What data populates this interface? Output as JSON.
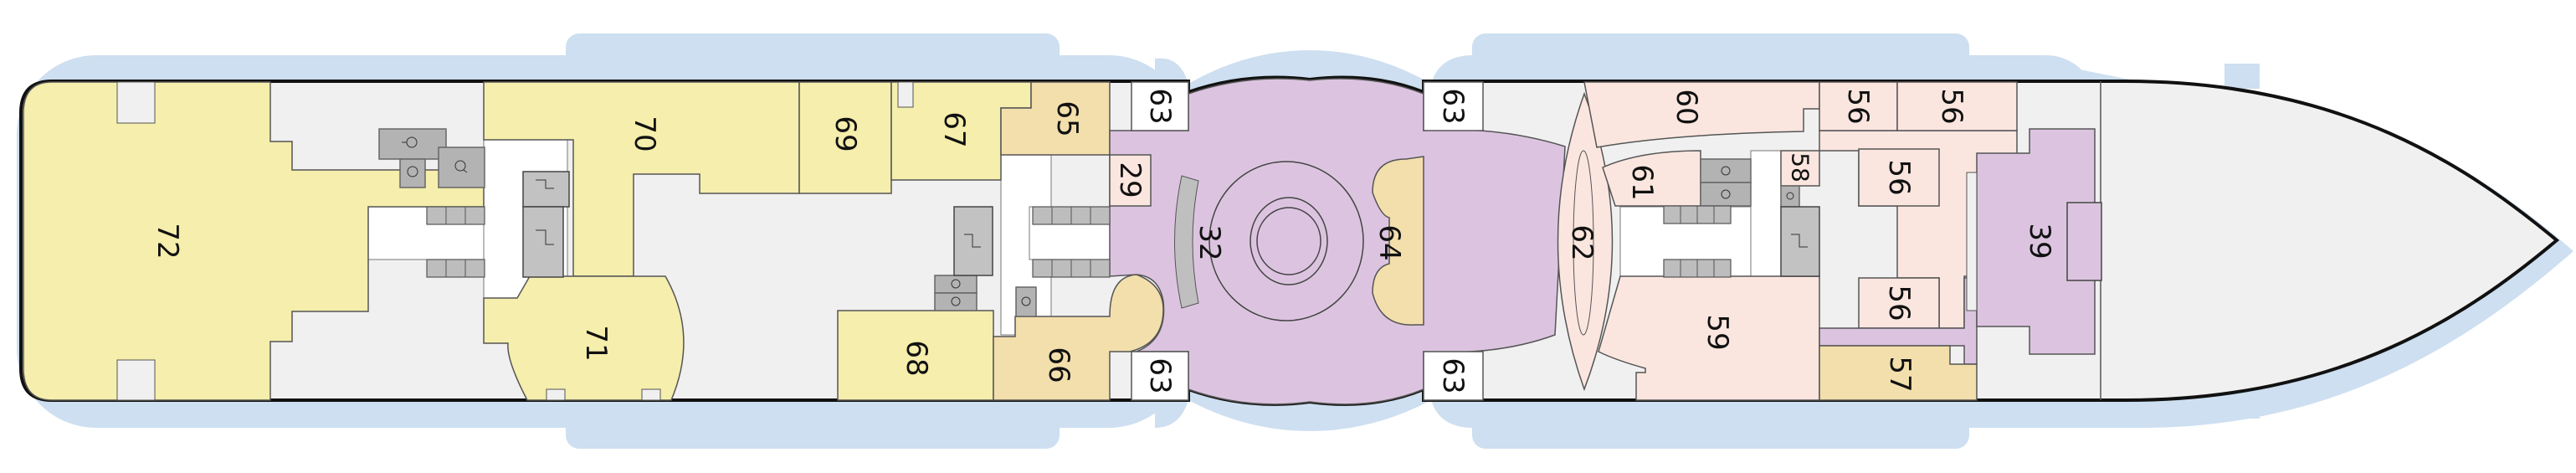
{
  "colors": {
    "water_blue": "#cddff0",
    "deck_grey": "#f0f0f0",
    "yellow": "#f5eeac",
    "tan": "#f3dfac",
    "purple": "#dcc4e0",
    "pink": "#fbe6df",
    "service_grey": "#b3b3b3"
  },
  "icons": [
    "wc-female-icon",
    "wc-male-icon",
    "wc-accessible-icon",
    "elevator-icon",
    "stairs-icon"
  ],
  "rooms": {
    "r72": "72",
    "r71": "71",
    "r70": "70",
    "r69": "69",
    "r68": "68",
    "r67": "67",
    "r66": "66",
    "r65": "65",
    "r63a": "63",
    "r63b": "63",
    "r63c": "63",
    "r63d": "63",
    "r29": "29",
    "r32": "32",
    "r64": "64",
    "r62": "62",
    "r61": "61",
    "r60": "60",
    "r59": "59",
    "r58": "58",
    "r57": "57",
    "r56a": "56",
    "r56b": "56",
    "r56c": "56",
    "r56d": "56",
    "r39": "39"
  }
}
